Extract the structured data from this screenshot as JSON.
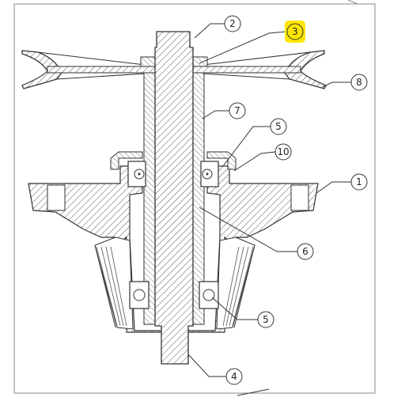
{
  "diagram": {
    "type": "exploded-cross-section",
    "highlight_color": "#ffe600",
    "line_color": "#333333",
    "callouts": [
      {
        "id": "c2",
        "label": "2"
      },
      {
        "id": "c3",
        "label": "3",
        "highlighted": true
      },
      {
        "id": "c8",
        "label": "8"
      },
      {
        "id": "c7",
        "label": "7"
      },
      {
        "id": "c5a",
        "label": "5"
      },
      {
        "id": "c10",
        "label": "10"
      },
      {
        "id": "c1",
        "label": "1"
      },
      {
        "id": "c6",
        "label": "6"
      },
      {
        "id": "c5b",
        "label": "5"
      },
      {
        "id": "c4",
        "label": "4"
      }
    ]
  }
}
